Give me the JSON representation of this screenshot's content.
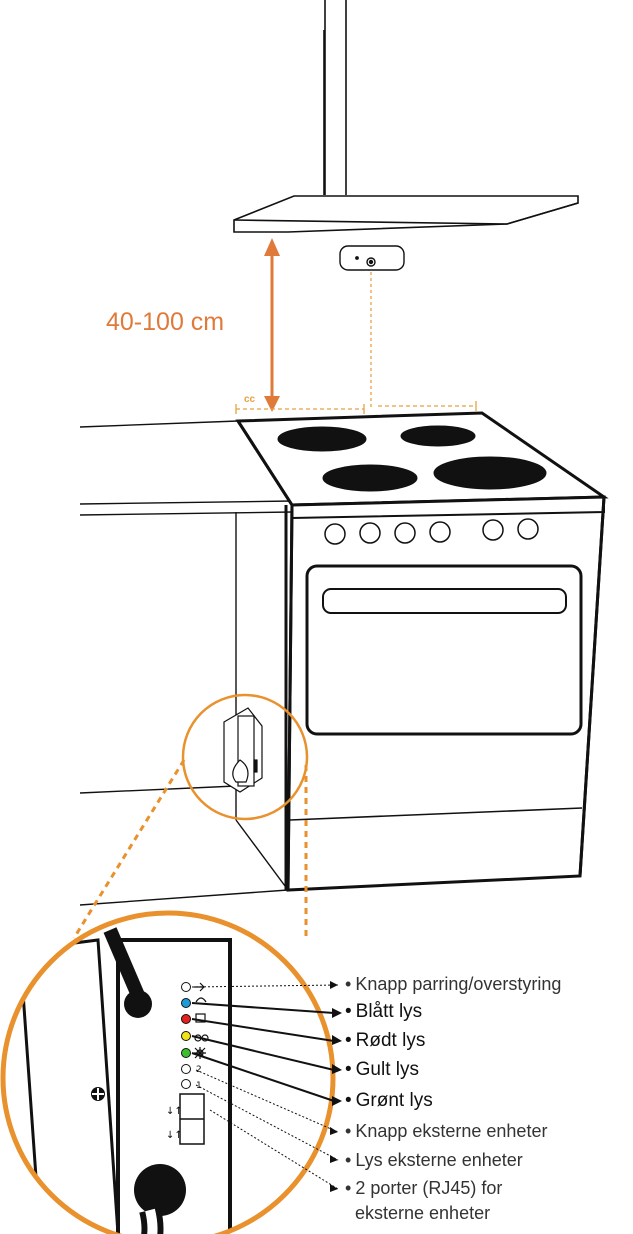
{
  "distance_label": "40-100 cm",
  "cc_label": "cc",
  "callouts": [
    {
      "bullet": "•",
      "text": "Knapp parring/overstyring"
    },
    {
      "bullet": "•",
      "text": "Blått lys"
    },
    {
      "bullet": "•",
      "text": "Rødt lys"
    },
    {
      "bullet": "•",
      "text": "Gult lys"
    },
    {
      "bullet": "•",
      "text": "Grønt lys"
    },
    {
      "bullet": "•",
      "text": "Knapp eksterne enheter"
    },
    {
      "bullet": "•",
      "text": "Lys eksterne enheter"
    },
    {
      "bullet": "•",
      "text": "2 porter (RJ45) for"
    },
    {
      "text": "eksterne enheter"
    }
  ],
  "device_port_numbers": [
    "2",
    "1"
  ],
  "colors": {
    "accent": "#E8912D",
    "distance_text": "#E07A3A",
    "cc_marker": "#E8A040",
    "led_blue": "#1E9BD7",
    "led_red": "#E3211E",
    "led_yellow": "#F2E21A",
    "led_green": "#3DBE2E",
    "line": "#111111"
  }
}
